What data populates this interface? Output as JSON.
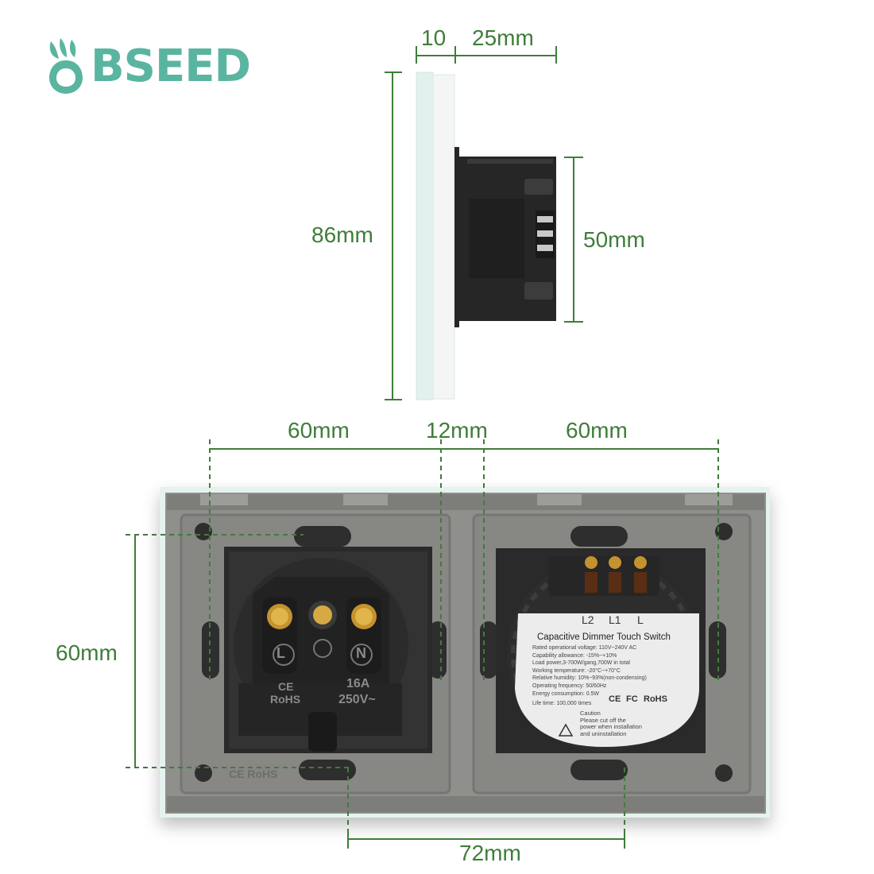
{
  "brand": {
    "name": "BSEED",
    "logo_icon": "rabbit-ears-logo-icon",
    "color": "#5ab5a0"
  },
  "colors": {
    "dimension": "#3f7d3a",
    "frame": "#8f8f8c",
    "panel_edge": "#e6f2ef",
    "module": "#2b2b2b"
  },
  "side_view": {
    "dims": {
      "glass": "10",
      "depth": "25mm",
      "height": "86mm",
      "body_height": "50mm"
    }
  },
  "back_view": {
    "dims": {
      "left_width": "60mm",
      "gap": "12mm",
      "right_width": "60mm",
      "module_height": "60mm",
      "center_distance": "72mm"
    },
    "socket": {
      "terminals": [
        "L",
        "N"
      ],
      "marks": [
        "CE",
        "RoHS"
      ],
      "rating_a": "16A",
      "rating_v": "250V~",
      "frame_mark": "CE RoHS"
    },
    "dimmer": {
      "terminals": [
        "L2",
        "L1",
        "L"
      ],
      "title": "Capacitive Dimmer Touch Switch",
      "specs": [
        "Rated operational voltage:  110V~240V  AC",
        "Capability allowance:  -15%~+10%",
        "Load power,3-700W/gang,700W in total",
        "Working temperature:  -20°C~+70°C",
        "Relative humidity:  10%~93%(non-condensing)",
        "Operating frequency:  50/60Hz",
        "Energy consumption:  0.5W",
        "Life time:  100,000 times"
      ],
      "certs": [
        "CE",
        "FC",
        "RoHS"
      ],
      "caution_title": "Caution",
      "caution_lines": [
        "Please cut off the",
        "power when installation",
        "and uninstallation"
      ]
    }
  }
}
